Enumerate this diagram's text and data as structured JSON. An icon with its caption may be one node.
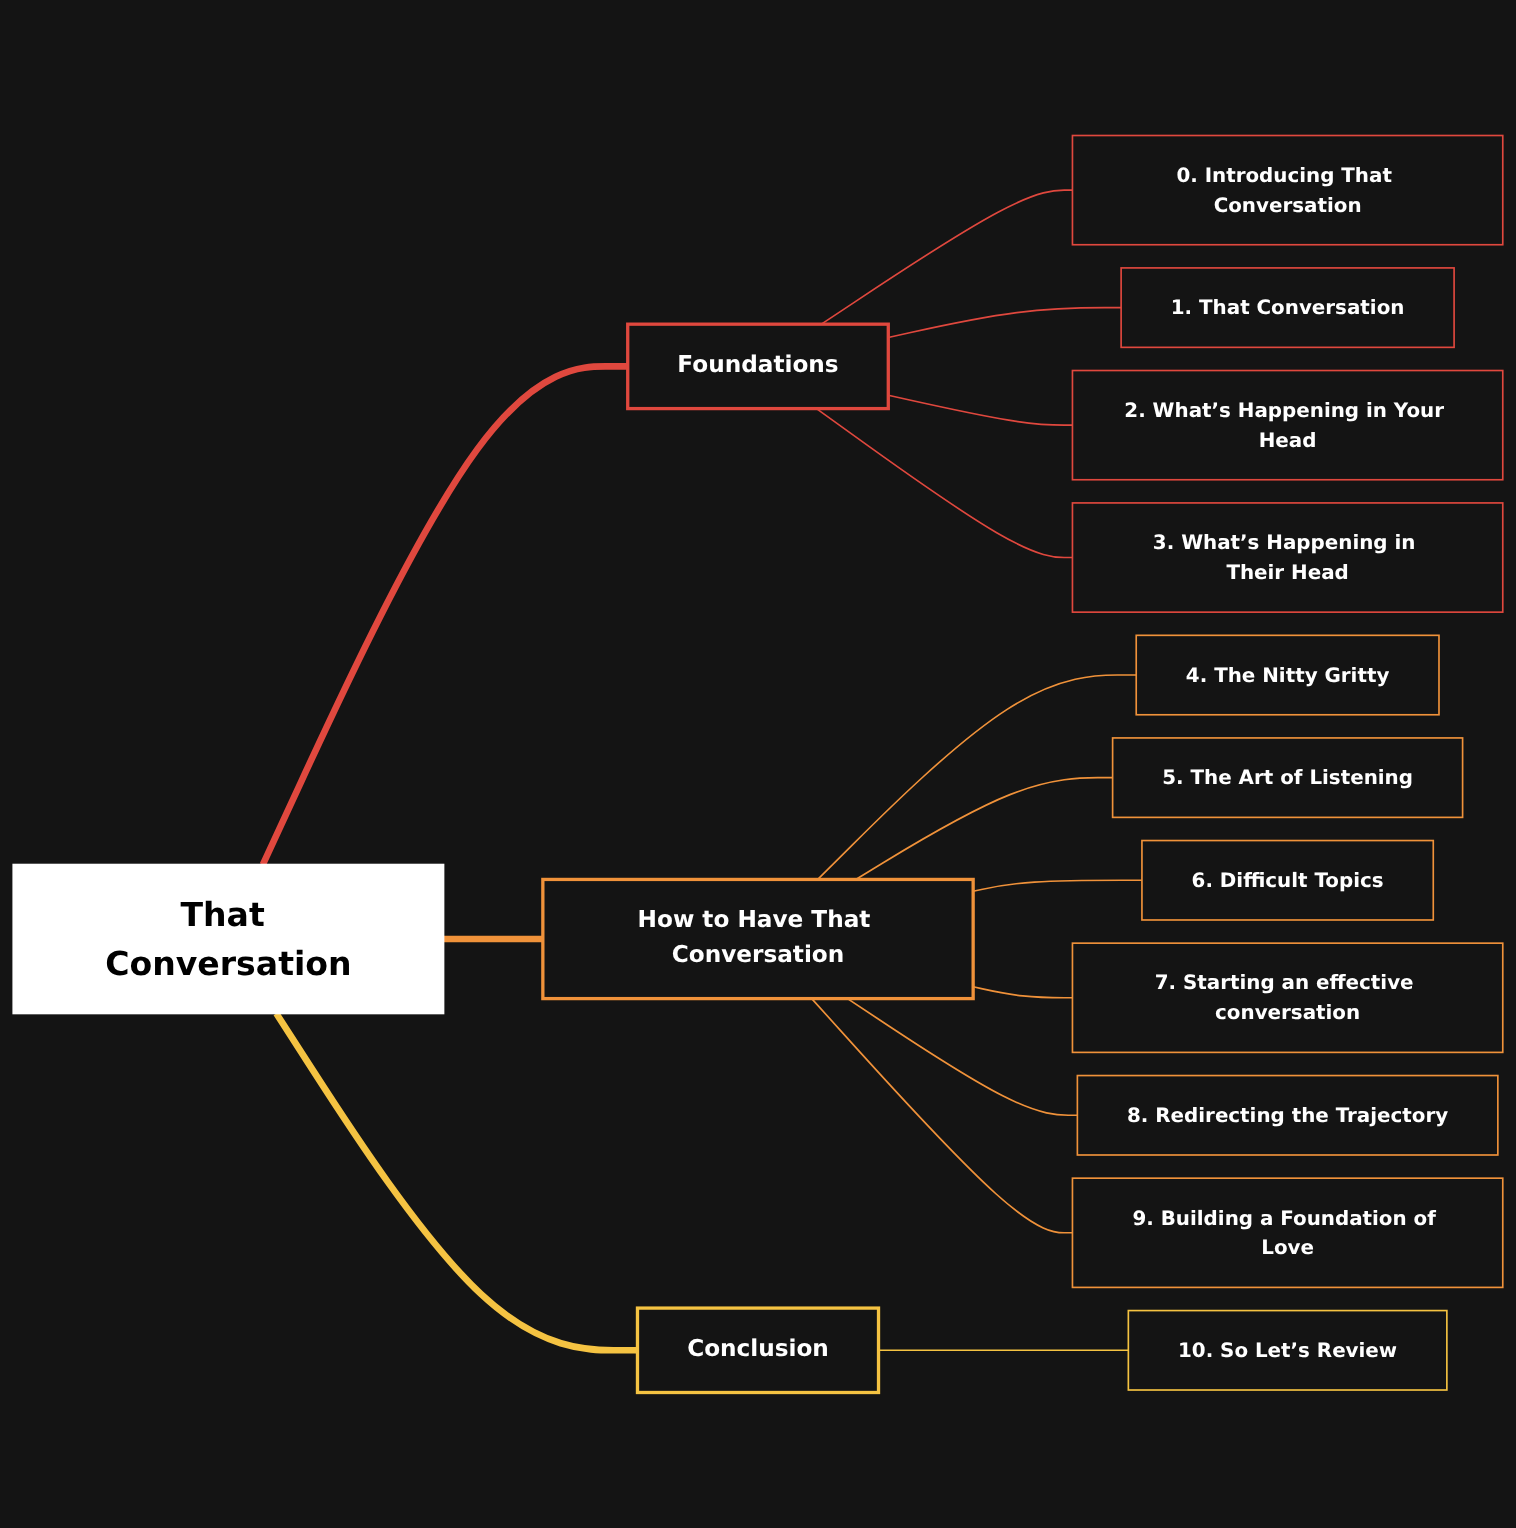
{
  "diagram": {
    "nodes": [
      {
        "text": [
          "That Conversation"
        ]
      },
      {
        "text": [
          "Foundations"
        ]
      },
      {
        "text": [
          "0. Introducing That Conversation"
        ]
      },
      {
        "text": [
          "1. That Conversation"
        ]
      },
      {
        "text": [
          "2. What’s Happening in Your Head"
        ]
      },
      {
        "text": [
          "3. What’s Happening in Their Head"
        ]
      },
      {
        "text": [
          "How to Have That Conversation"
        ]
      },
      {
        "text": [
          "4. The Nitty Gritty"
        ]
      },
      {
        "text": [
          "5. The Art of Listening"
        ]
      },
      {
        "text": [
          "6. Difficult Topics"
        ]
      },
      {
        "text": [
          "7. Starting an effective conversation"
        ]
      },
      {
        "text": [
          "8. Redirecting the Trajectory"
        ]
      },
      {
        "text": [
          "9. Building a Foundation of Love"
        ]
      },
      {
        "text": [
          "Conclusion"
        ]
      },
      {
        "text": [
          "10. So Let’s Review"
        ]
      }
    ],
    "edges": [
      {
        "from": 0,
        "to": 1,
        "arrow": "none",
        "style": "thick",
        "color": "#e0483e"
      },
      {
        "from": 1,
        "to": 2,
        "arrow": "none",
        "color": "#e0483e"
      },
      {
        "from": 1,
        "to": 3,
        "arrow": "none",
        "color": "#e0483e"
      },
      {
        "from": 1,
        "to": 4,
        "arrow": "none",
        "color": "#e0483e"
      },
      {
        "from": 1,
        "to": 5,
        "arrow": "none",
        "color": "#e0483e"
      },
      {
        "from": 0,
        "to": 6,
        "arrow": "none",
        "style": "thick",
        "color": "#f0923a"
      },
      {
        "from": 6,
        "to": 7,
        "arrow": "none",
        "color": "#f0923a"
      },
      {
        "from": 6,
        "to": 8,
        "arrow": "none",
        "color": "#f0923a"
      },
      {
        "from": 6,
        "to": 9,
        "arrow": "none",
        "color": "#f0923a"
      },
      {
        "from": 6,
        "to": 10,
        "arrow": "none",
        "color": "#f0923a"
      },
      {
        "from": 6,
        "to": 11,
        "arrow": "none",
        "color": "#f0923a"
      },
      {
        "from": 6,
        "to": 12,
        "arrow": "none",
        "color": "#f0923a"
      },
      {
        "from": 0,
        "to": 13,
        "arrow": "none",
        "style": "thick",
        "color": "#f5c342"
      },
      {
        "from": 13,
        "to": 14,
        "arrow": "none",
        "color": "#f5c342"
      }
    ]
  }
}
